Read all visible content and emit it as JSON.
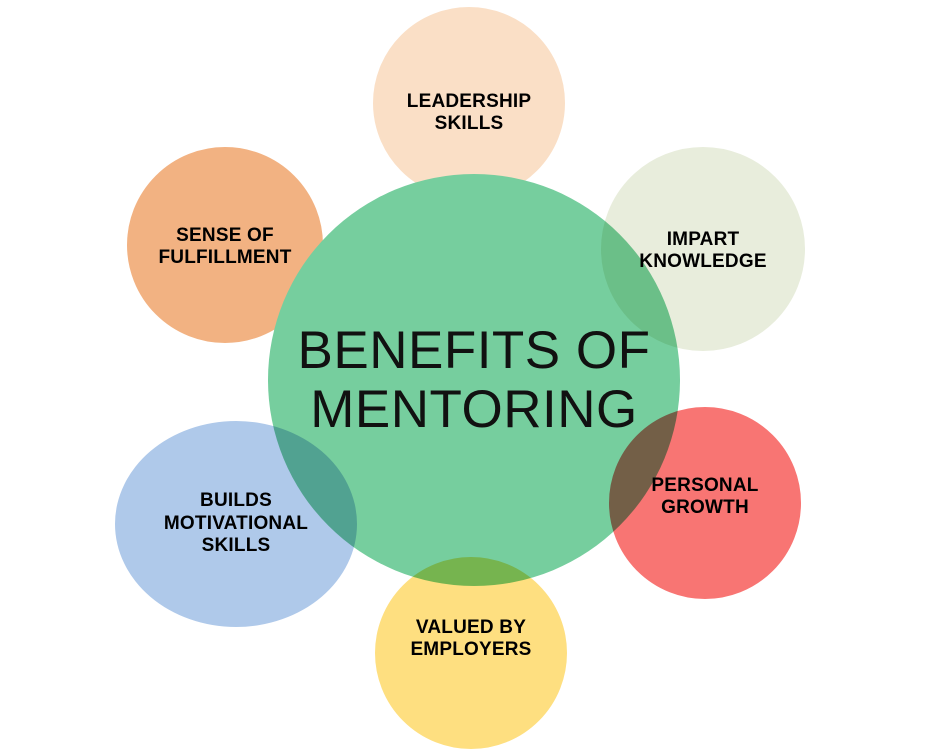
{
  "diagram": {
    "type": "venn-petal-hub",
    "background_color": "#FFFFFF",
    "hub": {
      "label": "BENEFITS OF MENTORING",
      "line1": "BENEFITS OF",
      "line2": "MENTORING",
      "color": "#76CE9E",
      "text_color": "#111111"
    },
    "petals": [
      {
        "id": "leadership",
        "label": "LEADERSHIP SKILLS",
        "line1": "LEADERSHIP",
        "line2": "SKILLS",
        "color": "#FADFC6",
        "position": "top",
        "text_color": "#000000"
      },
      {
        "id": "impart",
        "label": "IMPART KNOWLEDGE",
        "line1": "IMPART",
        "line2": "KNOWLEDGE",
        "color": "#E8EDDC",
        "position": "top-right",
        "text_color": "#000000"
      },
      {
        "id": "personal",
        "label": "PERSONAL GROWTH",
        "line1": "PERSONAL",
        "line2": "GROWTH",
        "color": "#F87573",
        "position": "bottom-right",
        "text_color": "#000000"
      },
      {
        "id": "valued",
        "label": "VALUED BY EMPLOYERS",
        "line1": "VALUED BY",
        "line2": "EMPLOYERS",
        "color": "#FEDF80",
        "position": "bottom",
        "text_color": "#000000"
      },
      {
        "id": "builds",
        "label": "BUILDS MOTIVATIONAL SKILLS",
        "line1": "BUILDS",
        "line2": "MOTIVATIONAL",
        "line3": "SKILLS",
        "color": "#AFC9EA",
        "position": "bottom-left",
        "text_color": "#000000"
      },
      {
        "id": "sense",
        "label": "SENSE OF FULFILLMENT",
        "line1": "SENSE OF",
        "line2": "FULFILLMENT",
        "color": "#F2B282",
        "position": "top-left",
        "text_color": "#000000"
      }
    ]
  }
}
